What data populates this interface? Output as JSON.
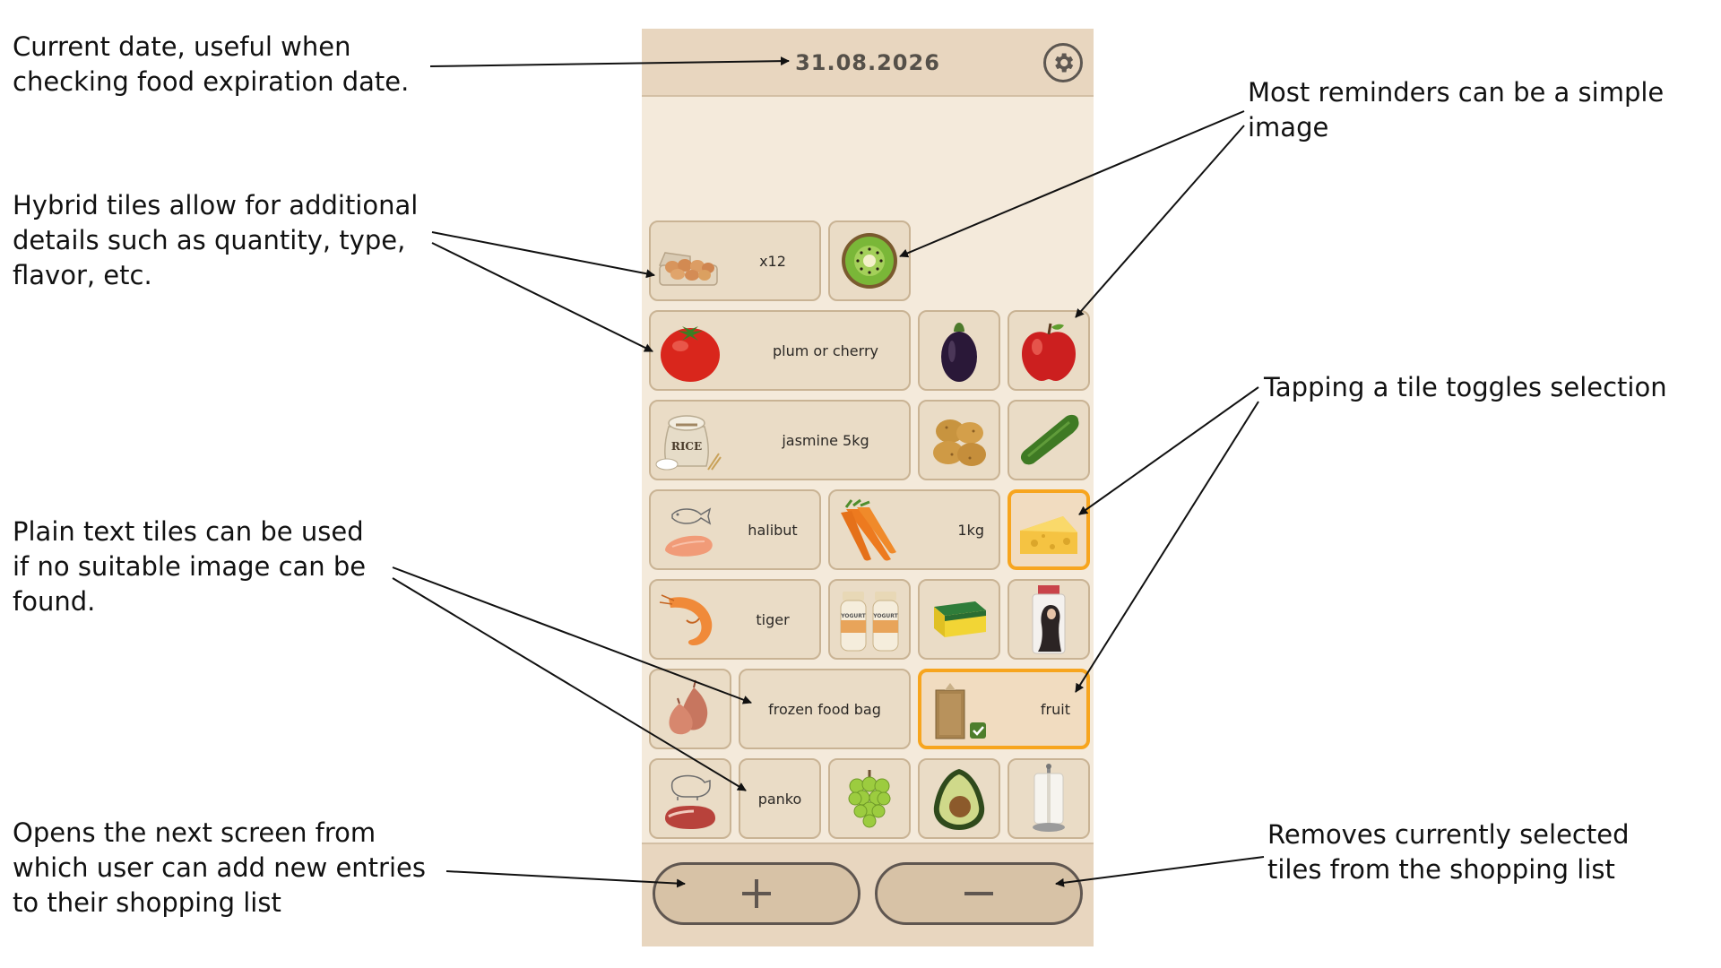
{
  "app": {
    "date": "31.08.2026",
    "settings_icon": "gear-icon",
    "add_icon": "plus-icon",
    "remove_icon": "minus-icon"
  },
  "tiles": [
    {
      "id": "eggs",
      "icon": "egg-carton-icon",
      "label": "x12",
      "selected": false
    },
    {
      "id": "kiwi",
      "icon": "kiwi-icon",
      "label": "",
      "selected": false
    },
    {
      "id": "tomato",
      "icon": "tomato-icon",
      "label": "plum or cherry",
      "selected": false
    },
    {
      "id": "eggplant",
      "icon": "eggplant-icon",
      "label": "",
      "selected": false
    },
    {
      "id": "apple",
      "icon": "apple-icon",
      "label": "",
      "selected": false
    },
    {
      "id": "rice",
      "icon": "rice-sack-icon",
      "icon_text": "RICE",
      "label": "jasmine 5kg",
      "selected": false
    },
    {
      "id": "potatoes",
      "icon": "potato-icon",
      "label": "",
      "selected": false
    },
    {
      "id": "cucumber",
      "icon": "cucumber-icon",
      "label": "",
      "selected": false
    },
    {
      "id": "fish",
      "icon": "fish-fillet-icon",
      "label": "halibut",
      "selected": false
    },
    {
      "id": "carrots",
      "icon": "carrot-icon",
      "label": "1kg",
      "selected": false
    },
    {
      "id": "cheese",
      "icon": "cheese-icon",
      "label": "",
      "selected": true
    },
    {
      "id": "shrimp",
      "icon": "shrimp-icon",
      "label": "tiger",
      "selected": false
    },
    {
      "id": "yogurt",
      "icon": "yogurt-bottles-icon",
      "icon_text": "YOGURT",
      "label": "",
      "selected": false
    },
    {
      "id": "sponge",
      "icon": "sponge-icon",
      "label": "",
      "selected": false
    },
    {
      "id": "shampoo",
      "icon": "shampoo-bottle-icon",
      "label": "",
      "selected": false
    },
    {
      "id": "shallots",
      "icon": "shallot-icon",
      "label": "",
      "selected": false
    },
    {
      "id": "frozen-bag",
      "icon": "",
      "label": "frozen food bag",
      "selected": false
    },
    {
      "id": "tea",
      "icon": "tea-bag-icon",
      "label": "fruit",
      "selected": true
    },
    {
      "id": "pork",
      "icon": "pork-meat-icon",
      "label": "",
      "selected": false
    },
    {
      "id": "panko",
      "icon": "",
      "label": "panko",
      "selected": false
    },
    {
      "id": "grapes",
      "icon": "grapes-icon",
      "label": "",
      "selected": false
    },
    {
      "id": "avocado",
      "icon": "avocado-icon",
      "label": "",
      "selected": false
    },
    {
      "id": "paper-towel",
      "icon": "paper-towel-icon",
      "label": "",
      "selected": false
    }
  ],
  "annotations": {
    "date": [
      "Current date, useful when",
      "checking food expiration date."
    ],
    "hybrid": [
      "Hybrid tiles allow for additional",
      "details such as quantity, type,",
      "flavor, etc."
    ],
    "plain": [
      "Plain text tiles can be used",
      "if no suitable image can be",
      "found."
    ],
    "opens": [
      "Opens the next screen from",
      "which user can add new entries",
      "to their shopping list"
    ],
    "reminders": [
      "Most reminders can be a simple",
      "image"
    ],
    "toggle": [
      "Tapping a tile toggles selection"
    ],
    "removes": [
      "Removes currently selected",
      "tiles from the shopping list"
    ]
  },
  "colors": {
    "background": "#f4eadb",
    "header": "#e8d6bf",
    "tile": "#eadcc6",
    "selected_border": "#f7a51e",
    "text": "#2b2825"
  }
}
